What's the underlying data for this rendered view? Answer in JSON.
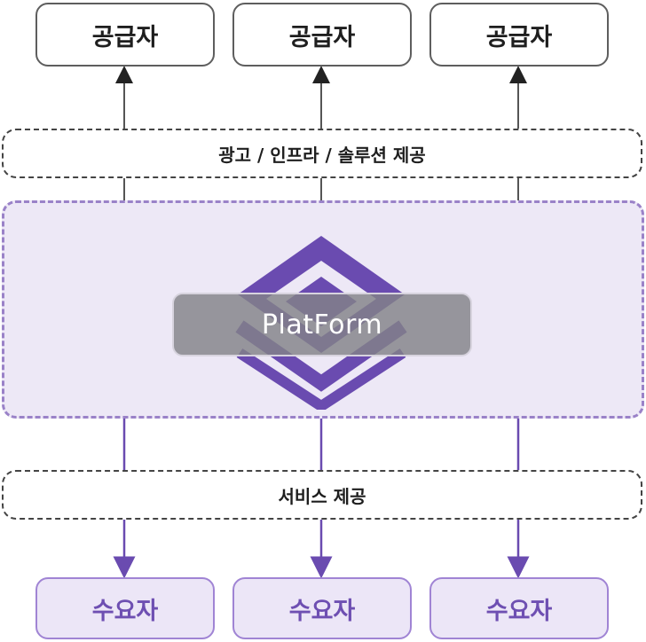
{
  "suppliers": [
    {
      "label": "공급자"
    },
    {
      "label": "공급자"
    },
    {
      "label": "공급자"
    }
  ],
  "top_band": {
    "label": "광고 / 인프라 / 솔루션 제공"
  },
  "platform": {
    "label": "PlatForm"
  },
  "bottom_band": {
    "label": "서비스 제공"
  },
  "consumers": [
    {
      "label": "수요자"
    },
    {
      "label": "수요자"
    },
    {
      "label": "수요자"
    }
  ],
  "colors": {
    "accent": "#6a4bb0",
    "platform_bg": "#ede8f6",
    "consumer_bg": "#ece6f7",
    "outline": "#444444"
  }
}
